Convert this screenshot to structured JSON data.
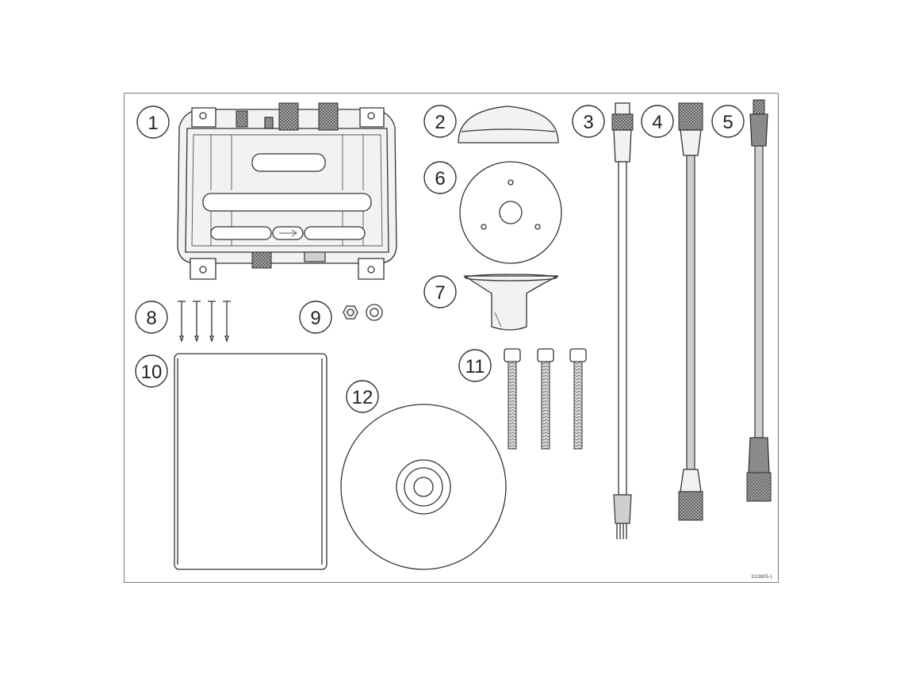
{
  "callouts": {
    "c1": "1",
    "c2": "2",
    "c3": "3",
    "c4": "4",
    "c5": "5",
    "c6": "6",
    "c7": "7",
    "c8": "8",
    "c9": "9",
    "c10": "10",
    "c11": "11",
    "c12": "12"
  },
  "figure_code": "D13805-1"
}
